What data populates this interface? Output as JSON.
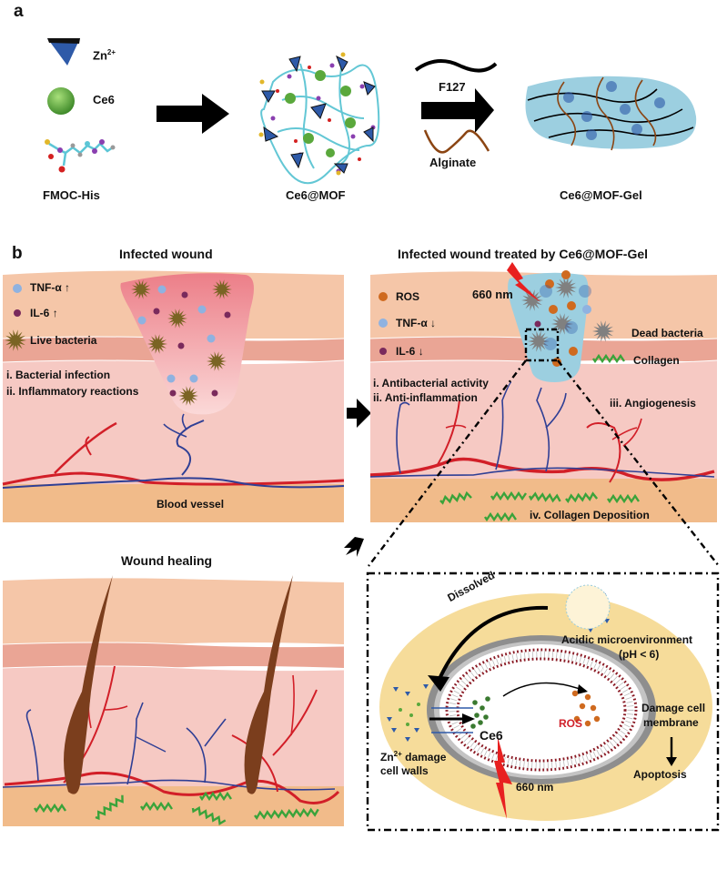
{
  "panel_a": {
    "letter": "a",
    "legend": {
      "zn": {
        "label": "Zn",
        "sup": "2+"
      },
      "ce6": {
        "label": "Ce6"
      },
      "fmoc": {
        "label": "FMOC-His"
      }
    },
    "ce6_mof_label": "Ce6@MOF",
    "reagents": {
      "top": "F127",
      "bottom": "Alginate"
    },
    "gel_label": "Ce6@MOF-Gel"
  },
  "panel_b": {
    "letter": "b",
    "infected": {
      "title": "Infected wound",
      "legend": [
        {
          "label": "TNF-α",
          "trend": "↑",
          "icon": "tnf-dot"
        },
        {
          "label": "IL-6",
          "trend": "↑",
          "icon": "il6-dot"
        },
        {
          "label": "Live bacteria",
          "icon": "live-bacteria"
        }
      ],
      "notes": [
        "i. Bacterial infection",
        "ii. Inflammatory reactions"
      ],
      "vessel_label": "Blood vessel"
    },
    "treated": {
      "title": "Infected wound treated by Ce6@MOF-Gel",
      "light": "660 nm",
      "legend": [
        {
          "label": "ROS",
          "icon": "ros-dot"
        },
        {
          "label": "TNF-α",
          "trend": "↓",
          "icon": "tnf-dot"
        },
        {
          "label": "IL-6",
          "trend": "↓",
          "icon": "il6-dot"
        }
      ],
      "legend_right": [
        {
          "label": "Dead bacteria",
          "icon": "dead-bacteria"
        },
        {
          "label": "Collagen",
          "icon": "collagen"
        }
      ],
      "notes": [
        "i. Antibacterial activity",
        "ii. Anti-inflammation"
      ],
      "angiogenesis": "iii. Angiogenesis",
      "collagen_deposition": "iv. Collagen Deposition"
    },
    "healing": {
      "title": "Wound healing"
    },
    "mechanism": {
      "dissolved": "Dissolved",
      "acidic": "Acidic microenvironment",
      "ph": "(pH < 6)",
      "zn_label": "Zn",
      "zn_sup": "2+",
      "zn_text": " damage",
      "cell_walls": "cell walls",
      "ce6": "Ce6",
      "ros": "ROS",
      "light": "660 nm",
      "damage_membrane_1": "Damage cell",
      "damage_membrane_2": "membrane",
      "apoptosis": "Apoptosis"
    }
  },
  "colors": {
    "epidermis": "#f5c6a8",
    "band": "#eaa595",
    "dermis": "#f6c9c3",
    "fat": "#f1bb8a",
    "wound": "#ee8f96",
    "gel": "#9ccfe0",
    "artery": "#d21f28",
    "vein": "#2f3f95",
    "bacteria": "#7a6424",
    "dead_bacteria": "#808080",
    "ros": "#cf6a1f",
    "tnf": "#8fb2e0",
    "il6": "#7a2a5c",
    "collagen": "#3aa33a",
    "hair": "#7b3e1d",
    "ce6": "#5aa83c",
    "zn": "#2e5aa8",
    "cell_bg": "#f6dc9a",
    "ros_text": "#d0202a"
  }
}
